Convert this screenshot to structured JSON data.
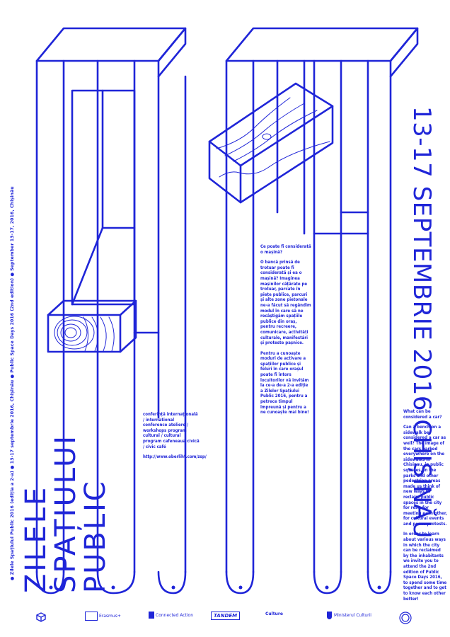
{
  "title_lines": [
    "ZILELE",
    "SPAȚIULUI",
    "PUBLIC"
  ],
  "side_line": "● Zilele Spațiului Public 2016 (ediția a 2-a) ● 13-17 septembrie 2016, Chișinău ● Public Space Days 2016 (2nd edition) ● September 13-17, 2016, Chișinău",
  "date_big": "13-17 SEPTEMBRIE 2016 CHIȘINĂU",
  "ro_text": {
    "heading": "Ce poate fi considerată o mașină?",
    "p1": "O bancă prinsă de trotuar poate fi considerată și ea o mașină? Imaginea mașinilor cățărate pe trotuar, parcate în piețe publice, parcuri și alte zone pietonale ne-a făcut să regândim modul în care să ne recâștigăm spațiile publice din oraș, pentru recreere, comunicare, activități culturale, manifestări și proteste pașnice.",
    "p2": "Pentru a cunoaște moduri de activare a spațiilor publice și feluri în care orașul poate fi întors locuitorilor vă invităm la ce-a de-a 2-a ediție a Zilelor Spațiului Public 2016, pentru a petrece timpul împreună și pentru a ne cunoaște mai bine!"
  },
  "en_text": {
    "heading": "What can be considered a car?",
    "p1": "Can a bench on a sidewalk be considered a car as well? The image of the cars parked everywhere on the sidewalks in Chisinau, in public squares, in the parks and other pedestrian areas made us think of new ways to reclaim public spaces in the city for rest, for meeting each other, for cultural events and peace protests.",
    "p2": "In order to learn about various ways in which the city can be reclaimed by the inhabitants we invite you to attend the 2nd edition of Public Space Days 2016, to spend some time together and to get to know each other better!"
  },
  "program": {
    "text": "conferință internațională / international conference ateliere / workshops program cultural / cultural program cafeneaua civică / civic café",
    "url": "http://www.oberliht.com/zsp/"
  },
  "footer_logos": [
    "Erasmus+",
    "Connected Action",
    "TANDEM",
    "Culture",
    "Ministerul Culturii"
  ],
  "colors": {
    "ink": "#1f25d8",
    "paper": "#ffffff"
  }
}
